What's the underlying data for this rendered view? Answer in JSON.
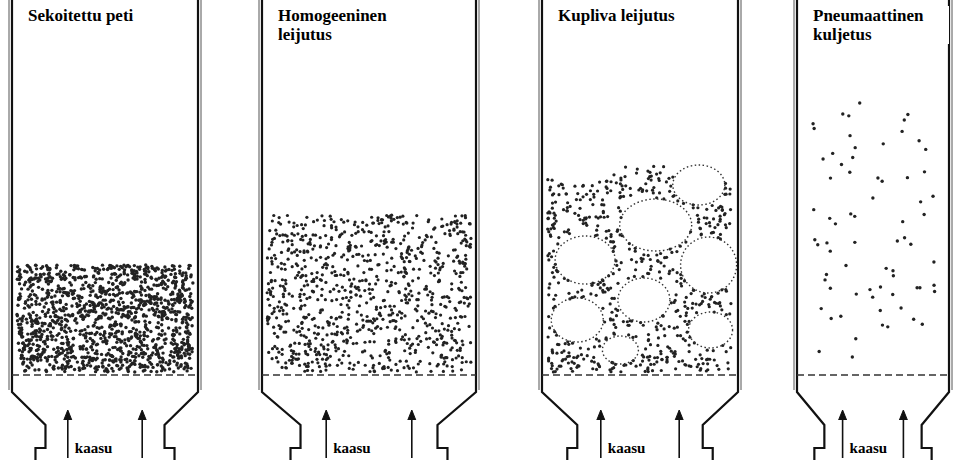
{
  "diagram": {
    "nodes": [
      {
        "text": [
          "Sekoitettu peti"
        ]
      },
      {
        "text": [
          "Homogeeninen leijutus"
        ]
      },
      {
        "text": [
          "Kupliva leijutus"
        ]
      },
      {
        "text": [
          "Pneumaattinen kuljetus"
        ]
      }
    ],
    "labels": [
      "kaasu",
      "kaasu",
      "kaasu",
      "kaasu"
    ]
  }
}
